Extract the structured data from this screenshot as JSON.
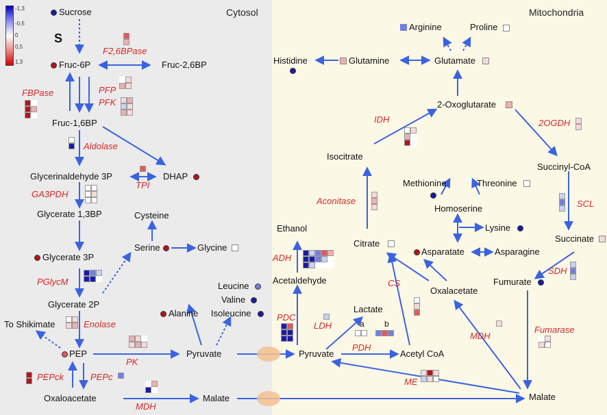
{
  "regions": {
    "cytosol": "Cytosol",
    "mitochondria": "Mitochondria"
  },
  "legend": {
    "ticks": [
      "-1,3",
      "-0,5",
      "0",
      "0,5",
      "1,3"
    ]
  },
  "s_label": "S",
  "metabolites": {
    "sucrose": "Sucrose",
    "fruc6p": "Fruc-6P",
    "fruc26bp": "Fruc-2,6BP",
    "fruc16bp": "Fruc-1,6BP",
    "ga3p": "Glycerinaldehyde 3P",
    "dhap": "DHAP",
    "g13bp": "Glycerate 1,3BP",
    "cysteine": "Cysteine",
    "g3p": "Glycerate 3P",
    "serine": "Serine",
    "glycine": "Glycine",
    "g2p": "Glycerate 2P",
    "alanine": "Alanine",
    "leucine": "Leucine",
    "valine": "Valine",
    "isoleucine": "Isoleucine",
    "shikimate": "To Shikimate",
    "pep": "PEP",
    "pyruvate_c": "Pyruvate",
    "oaa_c": "Oxaloacetate",
    "malate_c": "Malate",
    "arginine": "Arginine",
    "proline": "Proline",
    "histidine": "Histidine",
    "glutamine": "Glutamine",
    "glutamate": "Glutamate",
    "oxoglut": "2-Oxoglutarate",
    "isocitrate": "Isocitrate",
    "succcoa": "Succinyl-CoA",
    "methionine": "Methionine",
    "threonine": "Threonine",
    "homoserine": "Homoserine",
    "lysine": "Lysine",
    "ethanol": "Ethanol",
    "citrate": "Citrate",
    "asparatate": "Asparatate",
    "asparagine": "Asparagine",
    "succinate": "Succinate",
    "acetaldehyde": "Acetaldehyde",
    "oaa_m": "Oxalacetate",
    "fumurate": "Fumurate",
    "lactate": "Lactate",
    "pyruvate_m": "Pyruvate",
    "acetylcoa": "Acetyl CoA",
    "malate_m": "Malate"
  },
  "marks": {
    "a": "a",
    "b": "b"
  },
  "enzymes": {
    "f26bpase": "F2,6BPase",
    "fbpase": "FBPase",
    "pfp": "PFP",
    "pfk": "PFK",
    "aldolase": "Aldolase",
    "tpi": "TPI",
    "ga3pdh": "GA3PDH",
    "pglycm": "PGlycM",
    "enolase": "Enolase",
    "pk": "PK",
    "pepck": "PEPck",
    "pepc": "PEPc",
    "mdh_c": "MDH",
    "idh": "IDH",
    "ogdh": "2OGDH",
    "aconitase": "Aconitase",
    "scl": "SCL",
    "adh": "ADH",
    "cs": "CS",
    "sdh": "SDH",
    "pdc": "PDC",
    "ldh": "LDH",
    "pdh": "PDH",
    "mdh_m": "MDH",
    "fumarase": "Fumarase",
    "me": "ME"
  },
  "colors": {
    "darkred": "#b5141c",
    "red": "#e05a5a",
    "pink": "#eeb0b0",
    "lightpink": "#f7dada",
    "white": "#ffffff",
    "lightblue": "#c9d2f2",
    "blue": "#7080e0",
    "darkblue": "#1a1aa8",
    "arrow": "#3a63e0"
  }
}
